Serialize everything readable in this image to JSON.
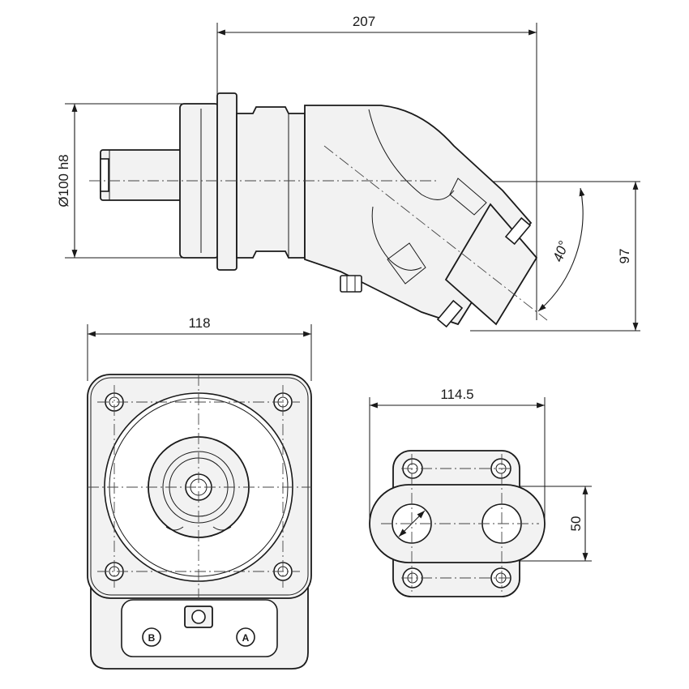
{
  "dimensions": {
    "overall_length": "207",
    "shaft_diameter": "Ø100 h8",
    "bend_angle": "40°",
    "height": "97",
    "flange_width": "118",
    "port_plate_width": "114.5",
    "port_spacing": "50"
  },
  "ports": {
    "port_b": "B",
    "port_a": "A"
  },
  "colors": {
    "line": "#1a1a1a",
    "fill": "#f2f2f2"
  }
}
